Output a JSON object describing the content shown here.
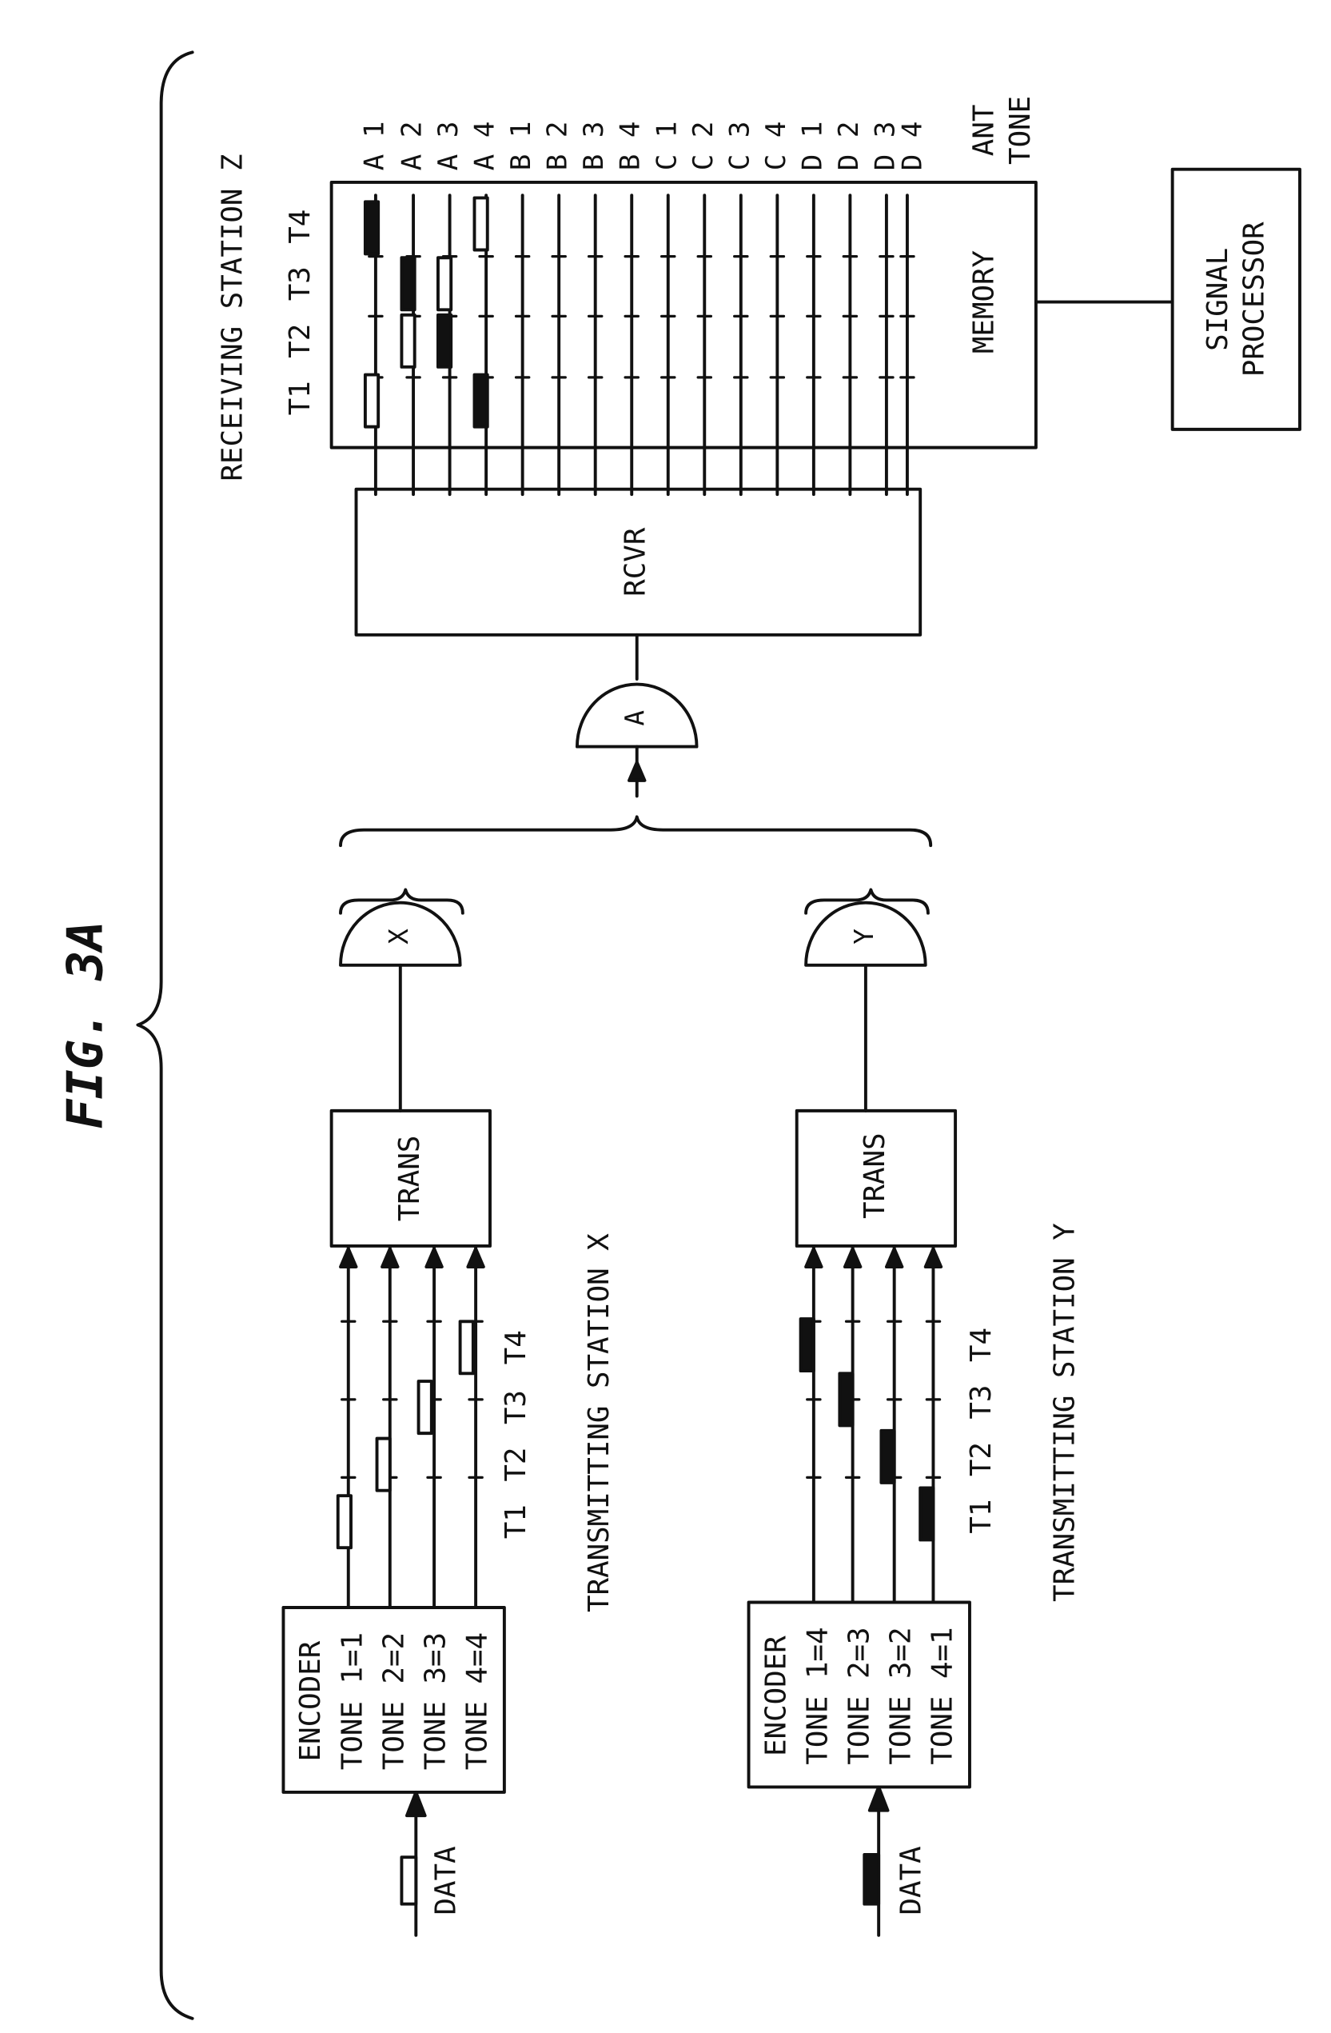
{
  "figure": {
    "label": "FIG. 3A"
  },
  "receiving": {
    "title": "RECEIVING STATION Z",
    "times": [
      "T1",
      "T2",
      "T3",
      "T4"
    ],
    "channels": [
      "A 1",
      "A 2",
      "A 3",
      "A 4",
      "B 1",
      "B 2",
      "B 3",
      "B 4",
      "C 1",
      "C 2",
      "C 3",
      "C 4",
      "D 1",
      "D 2",
      "D 3",
      "D 4"
    ],
    "ant_label": "ANT",
    "tone_label": "TONE",
    "memory_label": "MEMORY",
    "receiver_label": "RCVR",
    "antenna_label": "A",
    "processor_label_1": "SIGNAL",
    "processor_label_2": "PROCESSOR"
  },
  "station_x": {
    "title": "TRANSMITTING STATION X",
    "encoder": {
      "title": "ENCODER",
      "rows": [
        "TONE 1=1",
        "TONE 2=2",
        "TONE 3=3",
        "TONE 4=4"
      ]
    },
    "data_label": "DATA",
    "trans_label": "TRANS",
    "antenna_label": "X",
    "times": [
      "T1",
      "T2",
      "T3",
      "T4"
    ]
  },
  "station_y": {
    "title": "TRANSMITTING STATION Y",
    "encoder": {
      "title": "ENCODER",
      "rows": [
        "TONE 1=4",
        "TONE 2=3",
        "TONE 3=2",
        "TONE 4=1"
      ]
    },
    "data_label": "DATA",
    "trans_label": "TRANS",
    "antenna_label": "Y",
    "times": [
      "T1",
      "T2",
      "T3",
      "T4"
    ]
  }
}
